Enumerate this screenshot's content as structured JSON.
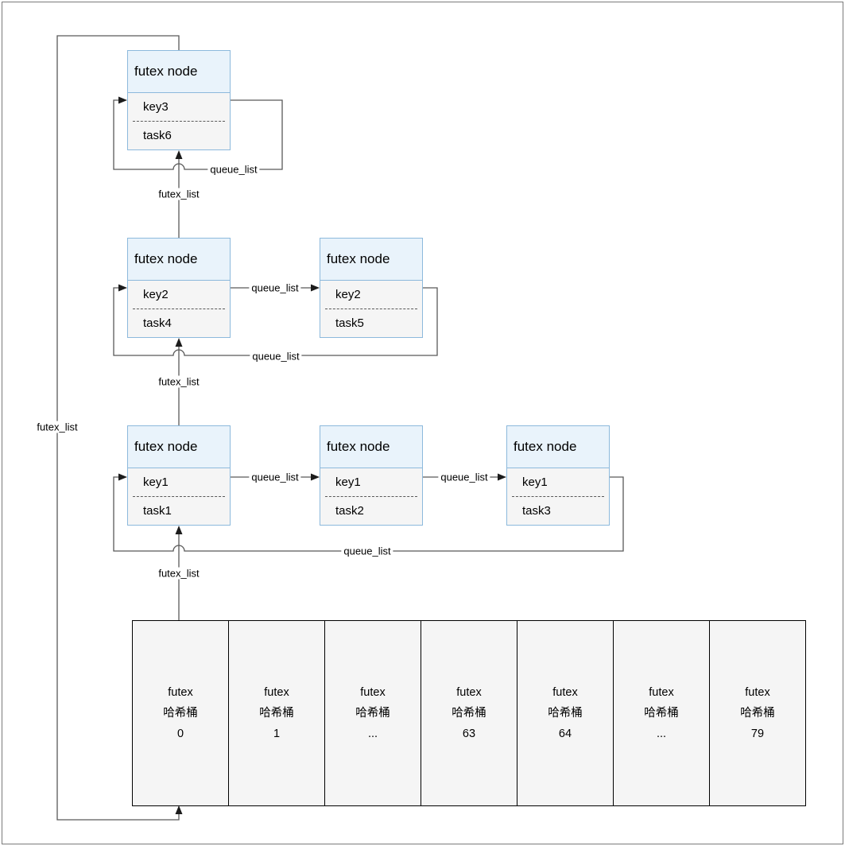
{
  "labels": {
    "queue_list": "queue_list",
    "futex_list": "futex_list"
  },
  "nodes": [
    {
      "header": "futex node",
      "key": "key3",
      "task": "task6"
    },
    {
      "header": "futex node",
      "key": "key2",
      "task": "task4"
    },
    {
      "header": "futex node",
      "key": "key2",
      "task": "task5"
    },
    {
      "header": "futex node",
      "key": "key1",
      "task": "task1"
    },
    {
      "header": "futex node",
      "key": "key1",
      "task": "task2"
    },
    {
      "header": "futex node",
      "key": "key1",
      "task": "task3"
    }
  ],
  "buckets": {
    "line1": "futex",
    "line2": "哈希桶",
    "indices": [
      "0",
      "1",
      "...",
      "63",
      "64",
      "...",
      "79"
    ]
  },
  "colors": {
    "node_header_fill": "#e9f3fb",
    "node_border": "#8cb9dc",
    "node_body_fill": "#f5f5f5",
    "bucket_fill": "#f5f5f5",
    "bucket_border": "#000000",
    "connector": "#595959",
    "page_border": "#7a7a7a"
  }
}
